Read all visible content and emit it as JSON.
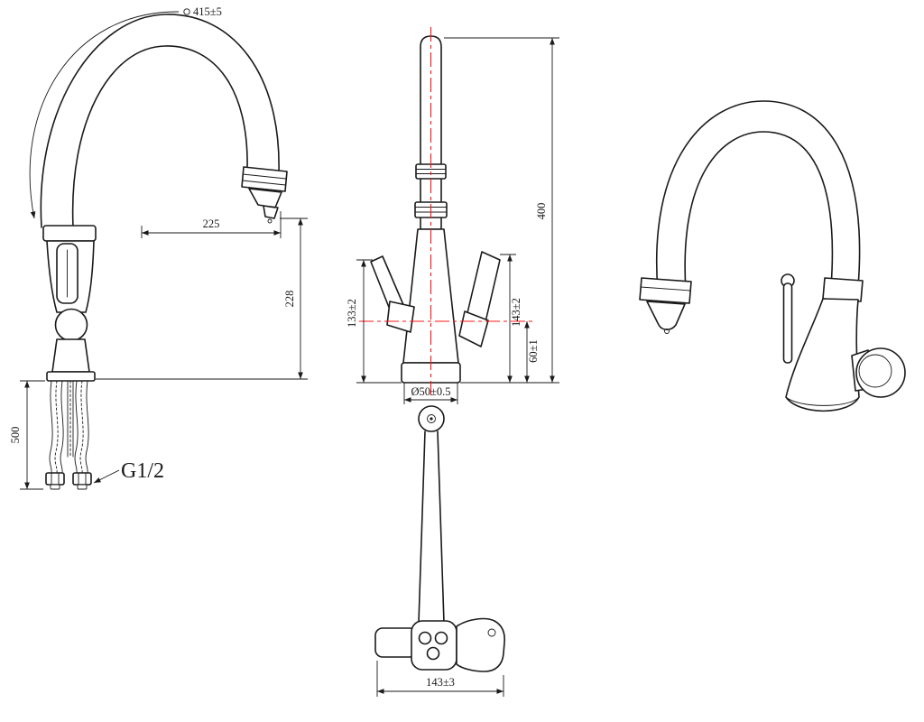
{
  "colors": {
    "line": "#1a1a1a",
    "centerline": "#ff1414",
    "background": "#ffffff"
  },
  "views": {
    "side": {
      "dims": {
        "spout_arc_length": "415±5",
        "spout_reach": "225",
        "spout_height": "228",
        "hose_length": "500",
        "thread_label": "G1/2"
      }
    },
    "front": {
      "dims": {
        "left_height": "133±2",
        "right_height": "143±2",
        "valve_to_base": "60±1",
        "overall_height": "400",
        "base_diameter": "Ø50±0.5"
      }
    },
    "bottom": {
      "dims": {
        "base_width": "143±3"
      }
    }
  }
}
